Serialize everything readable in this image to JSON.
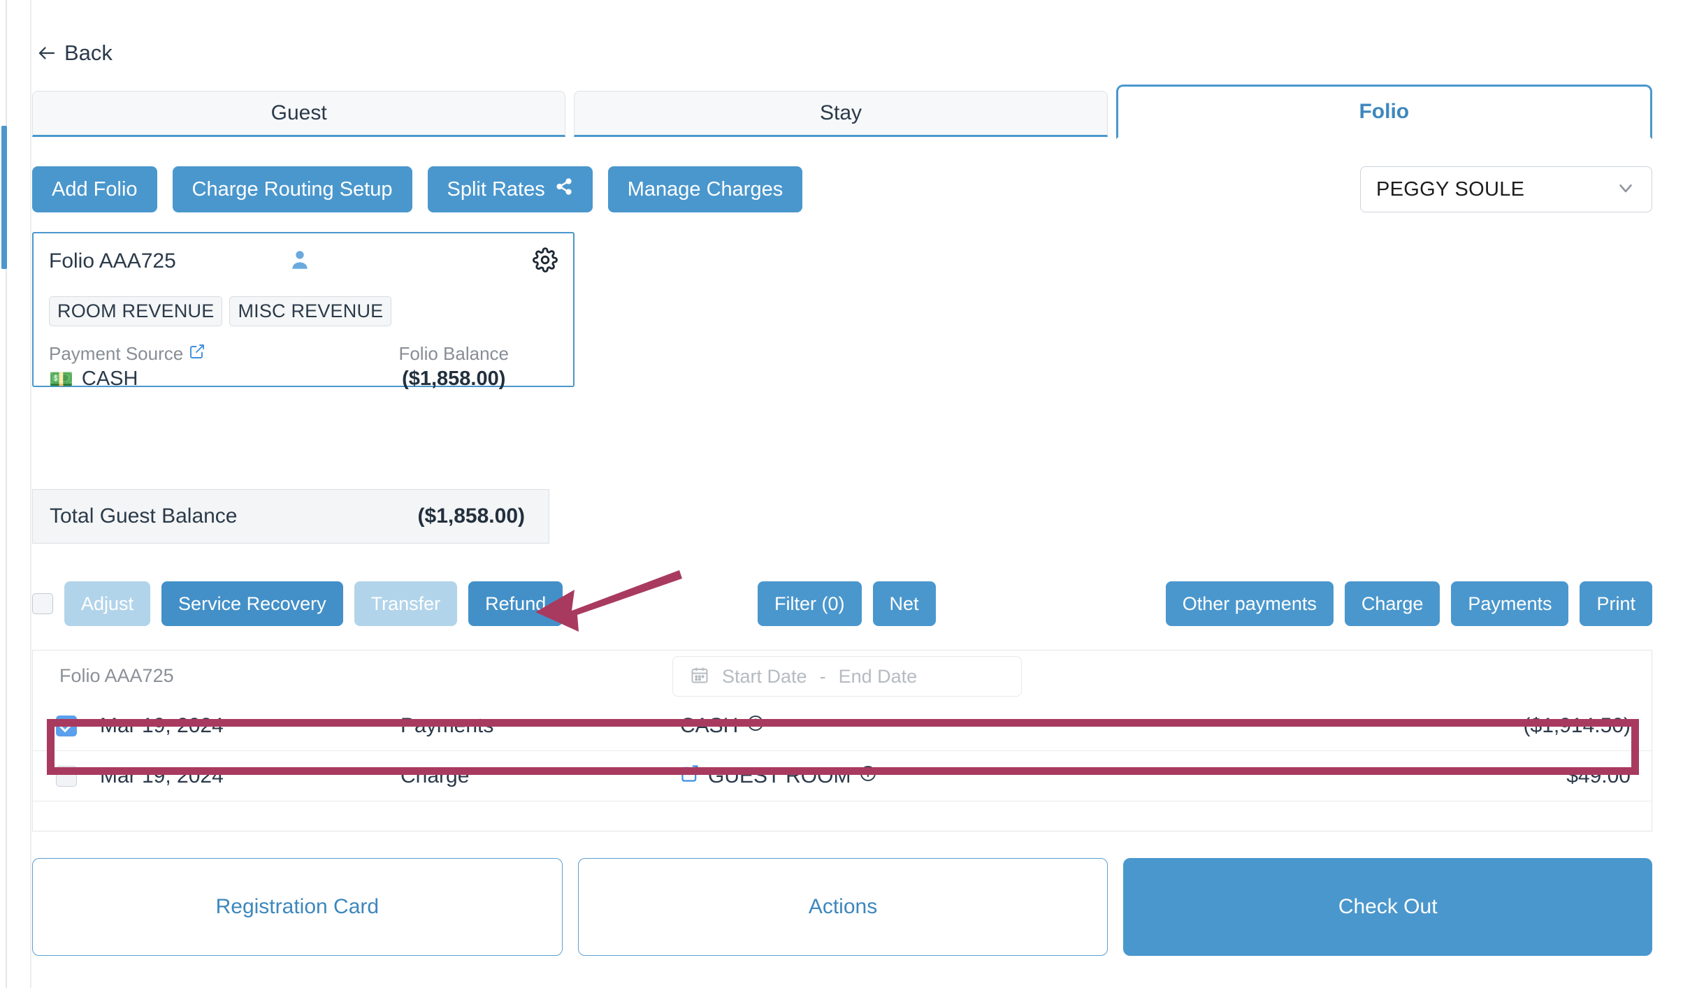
{
  "nav": {
    "back_label": "Back",
    "back_icon": "arrow-left-icon"
  },
  "tabs": [
    {
      "label": "Guest",
      "active": false
    },
    {
      "label": "Stay",
      "active": false
    },
    {
      "label": "Folio",
      "active": true
    }
  ],
  "actions": {
    "add_folio": "Add Folio",
    "charge_routing_setup": "Charge Routing Setup",
    "split_rates": "Split Rates",
    "split_rates_icon": "share-icon",
    "manage_charges": "Manage Charges"
  },
  "guest_select": {
    "value": "PEGGY SOULE",
    "chevron_icon": "chevron-down-icon"
  },
  "folio_card": {
    "title": "Folio AAA725",
    "person_icon": "person-icon",
    "gear_icon": "gear-icon",
    "badges": [
      "ROOM REVENUE",
      "MISC REVENUE"
    ],
    "payment_source_label": "Payment Source",
    "payment_source_edit_icon": "edit-pencil-icon",
    "payment_source_value": "CASH",
    "payment_source_value_icon": "money-banknote-icon",
    "folio_balance_label": "Folio Balance",
    "folio_balance_value": "($1,858.00)"
  },
  "total_balance": {
    "label": "Total Guest Balance",
    "value": "($1,858.00)"
  },
  "toolbar": {
    "select_all_checkbox": "select-all",
    "adjust": "Adjust",
    "service_recovery": "Service Recovery",
    "transfer": "Transfer",
    "refund": "Refund",
    "filter": "Filter (0)",
    "net": "Net",
    "other_payments": "Other payments",
    "charge": "Charge",
    "payments": "Payments",
    "print": "Print"
  },
  "annotation": {
    "arrow_color": "#a93a5f",
    "highlight_color": "#a93a5f"
  },
  "table": {
    "title": "Folio AAA725",
    "date_range": {
      "calendar_icon": "calendar-icon",
      "start_placeholder": "Start Date",
      "separator": "-",
      "end_placeholder": "End Date"
    },
    "rows": [
      {
        "checked": true,
        "date": "Mar 19, 2024",
        "type": "Payments",
        "description": "CASH",
        "desc_info_icon": "info-icon",
        "has_edit_icon": false,
        "amount": "($1,914.50)",
        "highlighted": true
      },
      {
        "checked": false,
        "date": "Mar 19, 2024",
        "type": "Charge",
        "description": "GUEST ROOM",
        "desc_info_icon": "info-icon",
        "has_edit_icon": true,
        "edit_icon": "edit-pencil-icon",
        "amount": "$49.00",
        "highlighted": false
      }
    ]
  },
  "footer": {
    "registration_card": "Registration Card",
    "actions": "Actions",
    "check_out": "Check Out"
  }
}
